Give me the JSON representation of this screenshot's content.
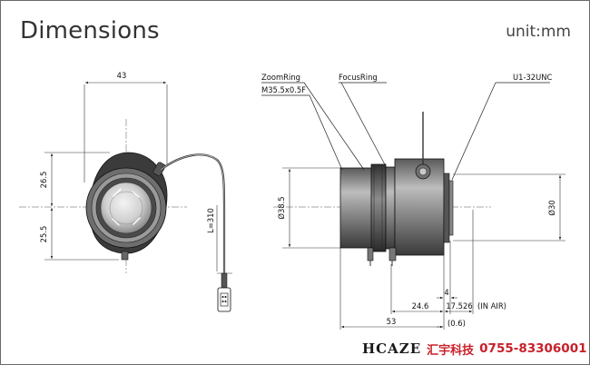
{
  "header": {
    "title": "Dimensions",
    "unit": "unit:mm"
  },
  "front_view": {
    "width_label": "43",
    "upper_height_label": "26.5",
    "lower_height_label": "25.5",
    "cable_length_label": "L=310"
  },
  "side_view": {
    "zoom_ring_label": "ZoomRing",
    "focus_ring_label": "FocusRing",
    "thread_label": "M35.5x0.5F",
    "mount_label": "U1-32UNC",
    "diameter_left_label": "Ø38.5",
    "diameter_right_label": "Ø30",
    "dim_4": "4",
    "dim_24_6": "24.6",
    "dim_17_526": "17.526",
    "in_air_label": "(IN AIR)",
    "dim_53": "53",
    "dim_0_6": "(0.6)"
  },
  "footer": {
    "brand": "HCAZE",
    "brand_cn": "汇宇科技",
    "phone": "0755-83306001"
  },
  "colors": {
    "brand_red": "#c8202a",
    "line": "#222222"
  }
}
